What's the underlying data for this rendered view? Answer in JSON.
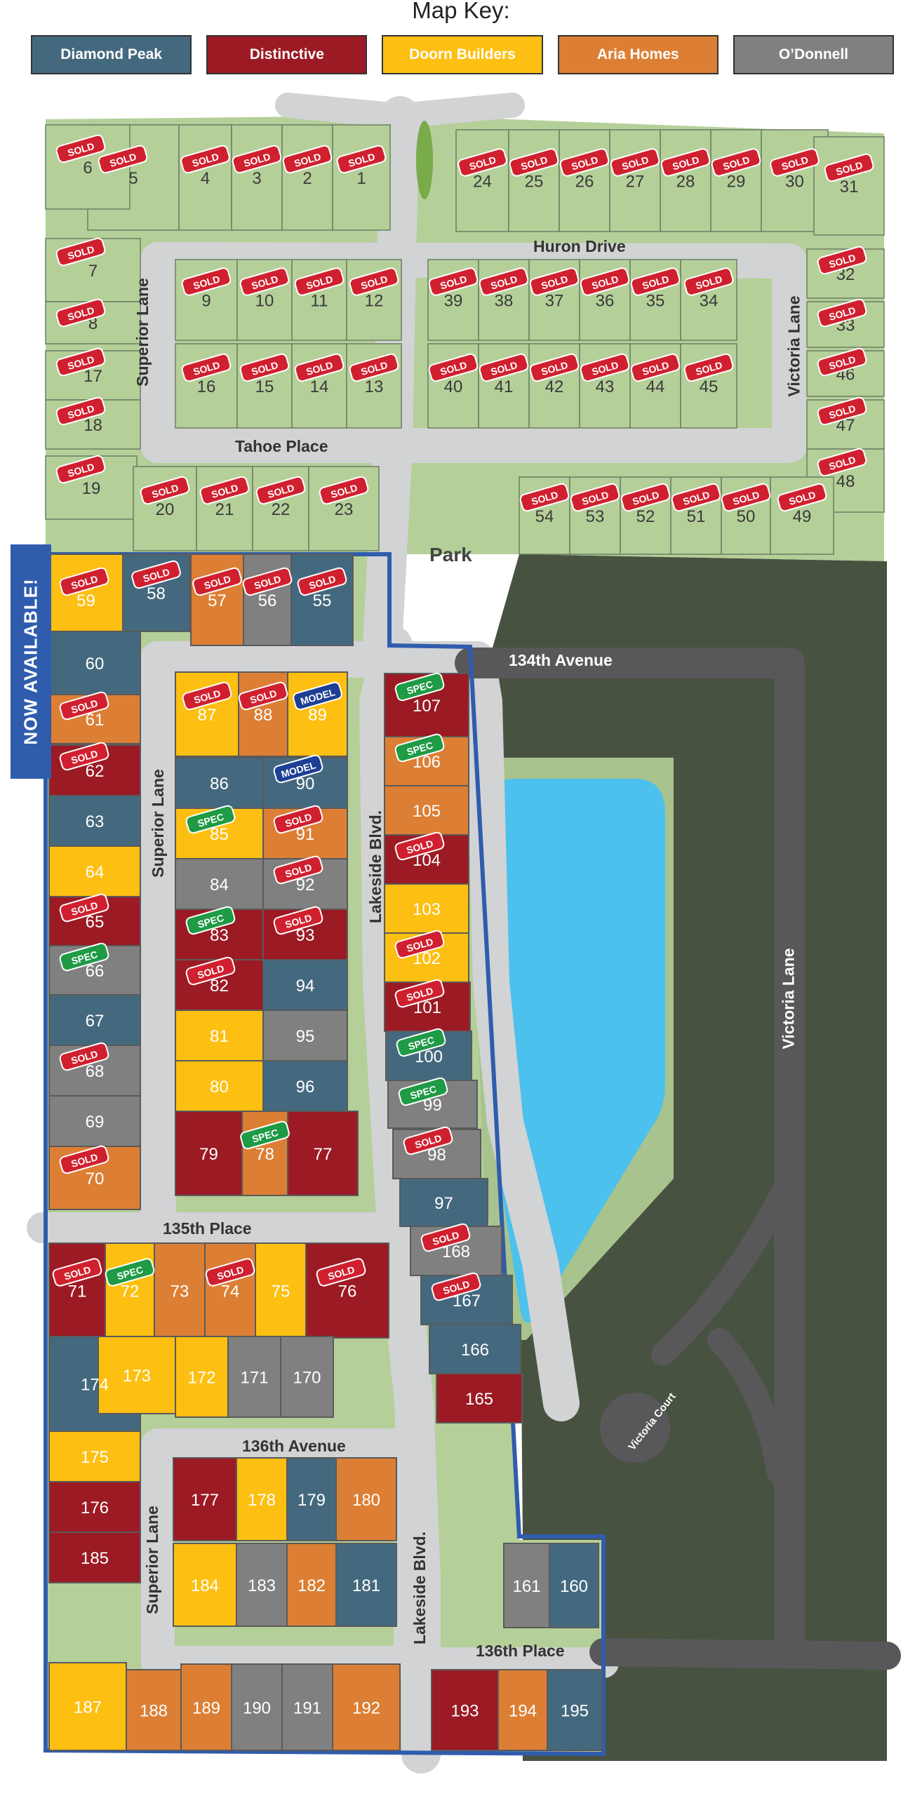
{
  "key": {
    "title": "Map Key:",
    "builders": [
      {
        "id": "dp",
        "label": "Diamond Peak",
        "color": "#44697f"
      },
      {
        "id": "di",
        "label": "Distinctive",
        "color": "#9b1a24"
      },
      {
        "id": "do",
        "label": "Doorn Builders",
        "color": "#fdbf12"
      },
      {
        "id": "ar",
        "label": "Aria Homes",
        "color": "#dc7f34"
      },
      {
        "id": "od",
        "label": "O’Donnell",
        "color": "#808081"
      }
    ]
  },
  "banner": "NOW AVAILABLE!",
  "tags": {
    "sold": "SOLD",
    "spec": "SPEC",
    "model": "MODEL"
  },
  "colors": {
    "lot_green": "#b5cf99",
    "future_dark": "#485240",
    "road_light": "#d2d3d5",
    "road_dark": "#58585a",
    "pond": "#4cc1ed",
    "pond_edge": "#a8c38d",
    "phase_outline": "#2f5cad",
    "sold_tag": "#d0202f",
    "spec_tag": "#1f9a45",
    "model_tag": "#1d3f94"
  },
  "streets": {
    "huron": "Huron Drive",
    "tahoe": "Tahoe Place",
    "superior": "Superior Lane",
    "victoria": "Victoria Lane",
    "park": "Park",
    "ave134": "134th Avenue",
    "lakeside": "Lakeside Blvd.",
    "pl135": "135th Place",
    "ave136": "136th Avenue",
    "pl136": "136th Place",
    "court": "Victoria Court"
  },
  "lots": {
    "older": [
      {
        "n": "5",
        "s": "sold"
      },
      {
        "n": "4",
        "s": "sold"
      },
      {
        "n": "3",
        "s": "sold"
      },
      {
        "n": "2",
        "s": "sold"
      },
      {
        "n": "1",
        "s": "sold"
      },
      {
        "n": "6",
        "s": "sold"
      },
      {
        "n": "24",
        "s": "sold"
      },
      {
        "n": "25",
        "s": "sold"
      },
      {
        "n": "26",
        "s": "sold"
      },
      {
        "n": "27",
        "s": "sold"
      },
      {
        "n": "28",
        "s": "sold"
      },
      {
        "n": "29",
        "s": "sold"
      },
      {
        "n": "30",
        "s": "sold"
      },
      {
        "n": "31",
        "s": "sold"
      },
      {
        "n": "7",
        "s": "sold"
      },
      {
        "n": "8",
        "s": "sold"
      },
      {
        "n": "17",
        "s": "sold"
      },
      {
        "n": "18",
        "s": "sold"
      },
      {
        "n": "19",
        "s": "sold"
      },
      {
        "n": "9",
        "s": "sold"
      },
      {
        "n": "10",
        "s": "sold"
      },
      {
        "n": "11",
        "s": "sold"
      },
      {
        "n": "12",
        "s": "sold"
      },
      {
        "n": "16",
        "s": "sold"
      },
      {
        "n": "15",
        "s": "sold"
      },
      {
        "n": "14",
        "s": "sold"
      },
      {
        "n": "13",
        "s": "sold"
      },
      {
        "n": "39",
        "s": "sold"
      },
      {
        "n": "38",
        "s": "sold"
      },
      {
        "n": "37",
        "s": "sold"
      },
      {
        "n": "36",
        "s": "sold"
      },
      {
        "n": "35",
        "s": "sold"
      },
      {
        "n": "34",
        "s": "sold"
      },
      {
        "n": "40",
        "s": "sold"
      },
      {
        "n": "41",
        "s": "sold"
      },
      {
        "n": "42",
        "s": "sold"
      },
      {
        "n": "43",
        "s": "sold"
      },
      {
        "n": "44",
        "s": "sold"
      },
      {
        "n": "45",
        "s": "sold"
      },
      {
        "n": "32",
        "s": "sold"
      },
      {
        "n": "33",
        "s": "sold"
      },
      {
        "n": "46",
        "s": "sold"
      },
      {
        "n": "47",
        "s": "sold"
      },
      {
        "n": "48",
        "s": "sold"
      },
      {
        "n": "20",
        "s": "sold"
      },
      {
        "n": "21",
        "s": "sold"
      },
      {
        "n": "22",
        "s": "sold"
      },
      {
        "n": "23",
        "s": "sold"
      },
      {
        "n": "54",
        "s": "sold"
      },
      {
        "n": "53",
        "s": "sold"
      },
      {
        "n": "52",
        "s": "sold"
      },
      {
        "n": "51",
        "s": "sold"
      },
      {
        "n": "50",
        "s": "sold"
      },
      {
        "n": "49",
        "s": "sold"
      }
    ],
    "phase": [
      {
        "n": "59",
        "b": "do",
        "s": "sold"
      },
      {
        "n": "58",
        "b": "dp",
        "s": "sold"
      },
      {
        "n": "57",
        "b": "ar",
        "s": "sold"
      },
      {
        "n": "56",
        "b": "od",
        "s": "sold"
      },
      {
        "n": "55",
        "b": "dp",
        "s": "sold"
      },
      {
        "n": "60",
        "b": "dp"
      },
      {
        "n": "61",
        "b": "ar",
        "s": "sold"
      },
      {
        "n": "62",
        "b": "di",
        "s": "sold"
      },
      {
        "n": "63",
        "b": "dp"
      },
      {
        "n": "64",
        "b": "do"
      },
      {
        "n": "65",
        "b": "di",
        "s": "sold"
      },
      {
        "n": "66",
        "b": "od",
        "s": "spec"
      },
      {
        "n": "67",
        "b": "dp"
      },
      {
        "n": "68",
        "b": "od",
        "s": "sold"
      },
      {
        "n": "69",
        "b": "od"
      },
      {
        "n": "70",
        "b": "ar",
        "s": "sold"
      },
      {
        "n": "87",
        "b": "do",
        "s": "sold"
      },
      {
        "n": "88",
        "b": "ar",
        "s": "sold"
      },
      {
        "n": "89",
        "b": "do",
        "s": "model"
      },
      {
        "n": "86",
        "b": "dp"
      },
      {
        "n": "90",
        "b": "dp",
        "s": "model"
      },
      {
        "n": "85",
        "b": "do",
        "s": "spec"
      },
      {
        "n": "91",
        "b": "ar",
        "s": "sold"
      },
      {
        "n": "84",
        "b": "od"
      },
      {
        "n": "92",
        "b": "od",
        "s": "sold"
      },
      {
        "n": "83",
        "b": "di",
        "s": "spec"
      },
      {
        "n": "93",
        "b": "di",
        "s": "sold"
      },
      {
        "n": "82",
        "b": "di",
        "s": "sold"
      },
      {
        "n": "94",
        "b": "dp"
      },
      {
        "n": "81",
        "b": "do"
      },
      {
        "n": "95",
        "b": "od"
      },
      {
        "n": "80",
        "b": "do"
      },
      {
        "n": "96",
        "b": "dp"
      },
      {
        "n": "79",
        "b": "di"
      },
      {
        "n": "78",
        "b": "ar",
        "s": "spec"
      },
      {
        "n": "77",
        "b": "di"
      },
      {
        "n": "107",
        "b": "di",
        "s": "spec"
      },
      {
        "n": "106",
        "b": "ar",
        "s": "spec"
      },
      {
        "n": "105",
        "b": "ar"
      },
      {
        "n": "104",
        "b": "di",
        "s": "sold"
      },
      {
        "n": "103",
        "b": "do"
      },
      {
        "n": "102",
        "b": "do",
        "s": "sold"
      },
      {
        "n": "101",
        "b": "di",
        "s": "sold"
      },
      {
        "n": "100",
        "b": "dp",
        "s": "spec"
      },
      {
        "n": "99",
        "b": "od",
        "s": "spec"
      },
      {
        "n": "98",
        "b": "od",
        "s": "sold"
      },
      {
        "n": "97",
        "b": "dp"
      },
      {
        "n": "168",
        "b": "od",
        "s": "sold"
      },
      {
        "n": "167",
        "b": "dp",
        "s": "sold"
      },
      {
        "n": "166",
        "b": "dp"
      },
      {
        "n": "165",
        "b": "di"
      },
      {
        "n": "71",
        "b": "di",
        "s": "sold"
      },
      {
        "n": "72",
        "b": "do",
        "s": "spec"
      },
      {
        "n": "73",
        "b": "ar"
      },
      {
        "n": "74",
        "b": "ar",
        "s": "sold"
      },
      {
        "n": "75",
        "b": "do"
      },
      {
        "n": "76",
        "b": "di",
        "s": "sold"
      },
      {
        "n": "174",
        "b": "dp"
      },
      {
        "n": "173",
        "b": "do"
      },
      {
        "n": "172",
        "b": "do"
      },
      {
        "n": "171",
        "b": "od"
      },
      {
        "n": "170",
        "b": "od"
      },
      {
        "n": "175",
        "b": "do"
      },
      {
        "n": "176",
        "b": "di"
      },
      {
        "n": "185",
        "b": "di"
      },
      {
        "n": "177",
        "b": "di"
      },
      {
        "n": "178",
        "b": "do"
      },
      {
        "n": "179",
        "b": "dp"
      },
      {
        "n": "180",
        "b": "ar"
      },
      {
        "n": "184",
        "b": "do"
      },
      {
        "n": "183",
        "b": "od"
      },
      {
        "n": "182",
        "b": "ar"
      },
      {
        "n": "181",
        "b": "dp"
      },
      {
        "n": "161",
        "b": "od"
      },
      {
        "n": "160",
        "b": "dp"
      },
      {
        "n": "187",
        "b": "do"
      },
      {
        "n": "188",
        "b": "ar"
      },
      {
        "n": "189",
        "b": "ar"
      },
      {
        "n": "190",
        "b": "od"
      },
      {
        "n": "191",
        "b": "od"
      },
      {
        "n": "192",
        "b": "ar"
      },
      {
        "n": "193",
        "b": "di"
      },
      {
        "n": "194",
        "b": "ar"
      },
      {
        "n": "195",
        "b": "dp"
      }
    ]
  }
}
